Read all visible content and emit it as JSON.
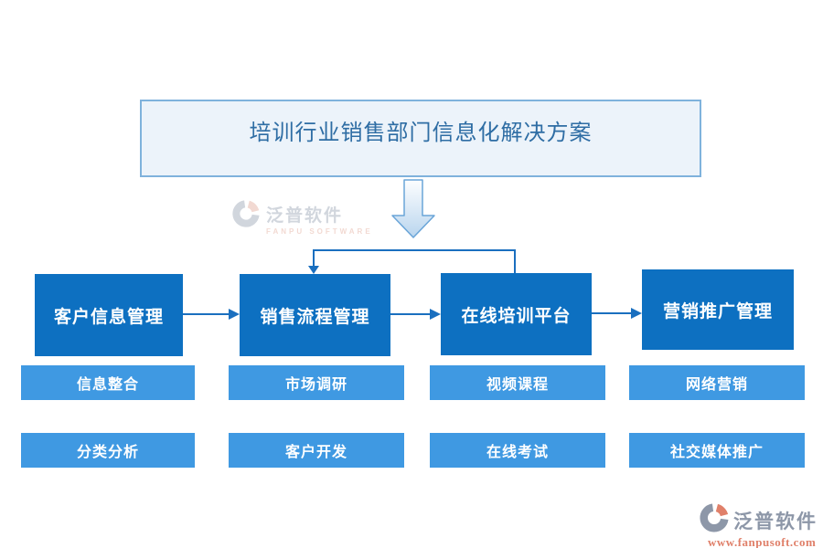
{
  "diagram": {
    "title": "培训行业销售部门信息化解决方案",
    "columns": [
      {
        "main": "客户信息管理",
        "subs": [
          "信息整合",
          "分类分析"
        ]
      },
      {
        "main": "销售流程管理",
        "subs": [
          "市场调研",
          "客户开发"
        ]
      },
      {
        "main": "在线培训平台",
        "subs": [
          "视频课程",
          "在线考试"
        ]
      },
      {
        "main": "营销推广管理",
        "subs": [
          "网络营销",
          "社交媒体推广"
        ]
      }
    ]
  },
  "watermark": {
    "brand": "泛普软件",
    "brand_en": "FANPU SOFTWARE"
  },
  "footer": {
    "brand": "泛普软件",
    "website": "www.fanpusoft.com"
  },
  "colors": {
    "main_box": "#0d70c1",
    "sub_box": "#3f99e2",
    "connector": "#1a6fbf",
    "title_bg": "#ecf3fa",
    "title_border": "#7fb2dc",
    "title_text": "#2e6da4",
    "arrow_fill_top": "#fdfeff",
    "arrow_fill_bottom": "#b9d5ee",
    "arrow_stroke": "#6aa5d8",
    "logo_gray": "#8d97a8",
    "logo_salmon": "#e0806a",
    "watermark_gray": "#cfd4dc",
    "watermark_salmon": "#f2d8d0"
  }
}
